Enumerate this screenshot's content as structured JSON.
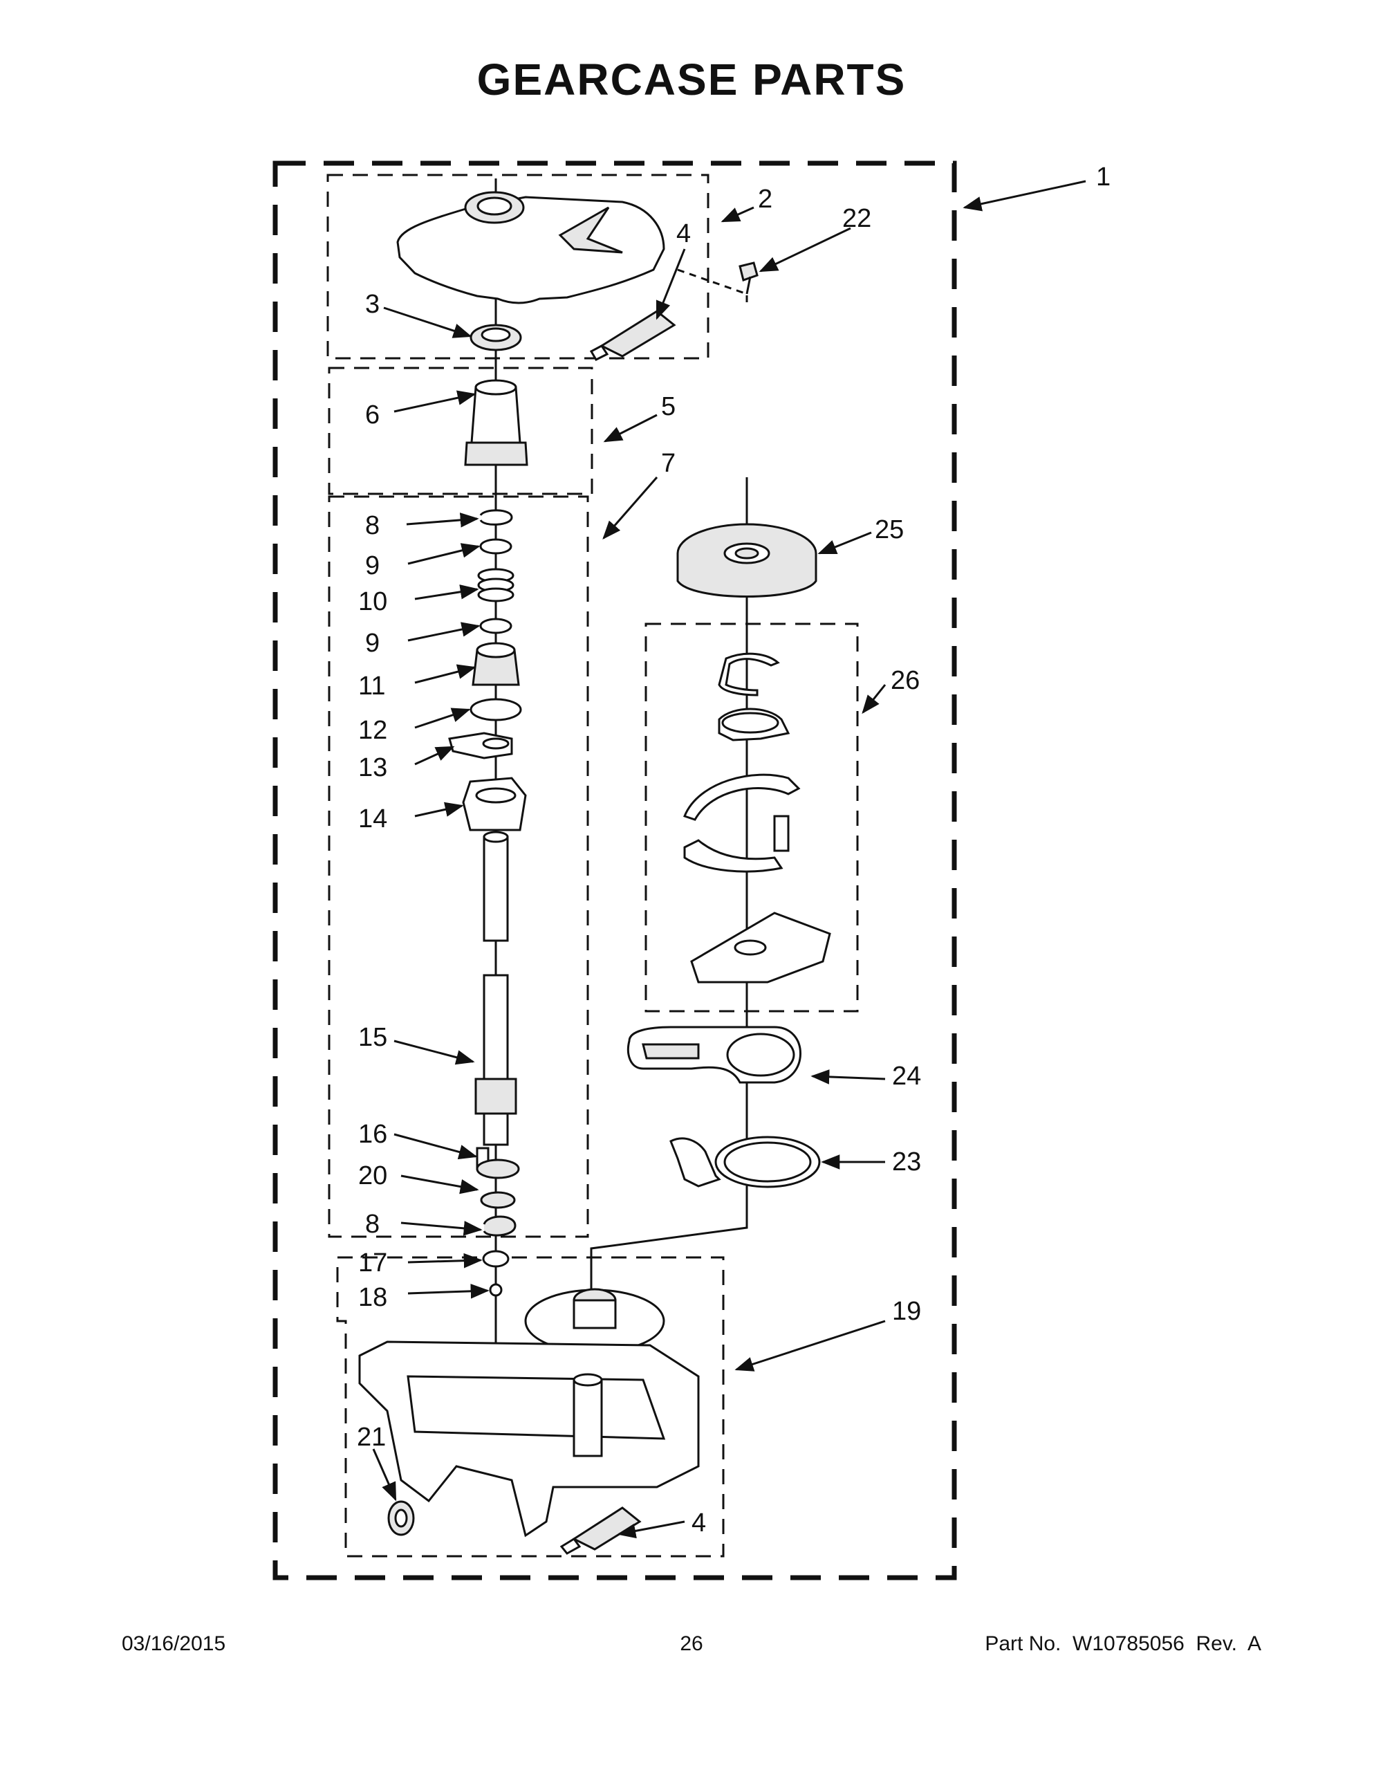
{
  "title": "GEARCASE PARTS",
  "footer": {
    "date": "03/16/2015",
    "page": "26",
    "part_number": "Part No.  W10785056  Rev.  A"
  },
  "callouts": {
    "c1": "1",
    "c2": "2",
    "c3": "3",
    "c4a": "4",
    "c4b": "4",
    "c5": "5",
    "c6": "6",
    "c7": "7",
    "c8a": "8",
    "c8b": "8",
    "c9a": "9",
    "c9b": "9",
    "c10": "10",
    "c11": "11",
    "c12": "12",
    "c13": "13",
    "c14": "14",
    "c15": "15",
    "c16": "16",
    "c17": "17",
    "c18": "18",
    "c19": "19",
    "c20": "20",
    "c21": "21",
    "c22": "22",
    "c23": "23",
    "c24": "24",
    "c25": "25",
    "c26": "26"
  }
}
